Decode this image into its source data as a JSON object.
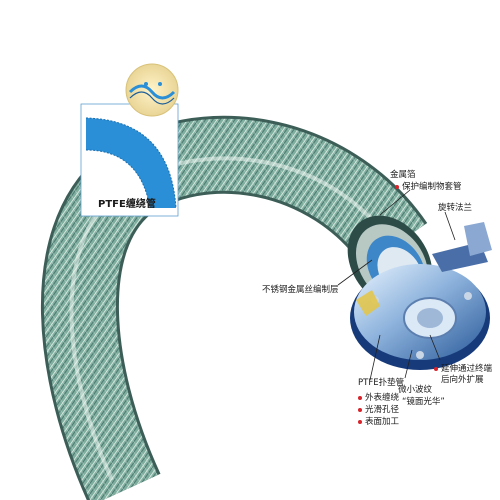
{
  "inset_label": "PTFE缠绕管",
  "labels": {
    "foil": "金属箔",
    "sleeve": "保护编制物套管",
    "flange": "旋转法兰",
    "braid": "不锈钢金属丝编制层",
    "extend": "延伸通过终端",
    "extend2": "后向外扩展",
    "corrugation": "微小波纹",
    "mirror": "“镜面光华”",
    "gasket": "PTFE扑垫管"
  },
  "features": [
    "外表缠绕",
    "光滑孔径",
    "表面加工"
  ],
  "colors": {
    "accent_red": "#d8232a",
    "ptfe_blue": "#2a8fd6",
    "braid": "#6fa39a"
  }
}
